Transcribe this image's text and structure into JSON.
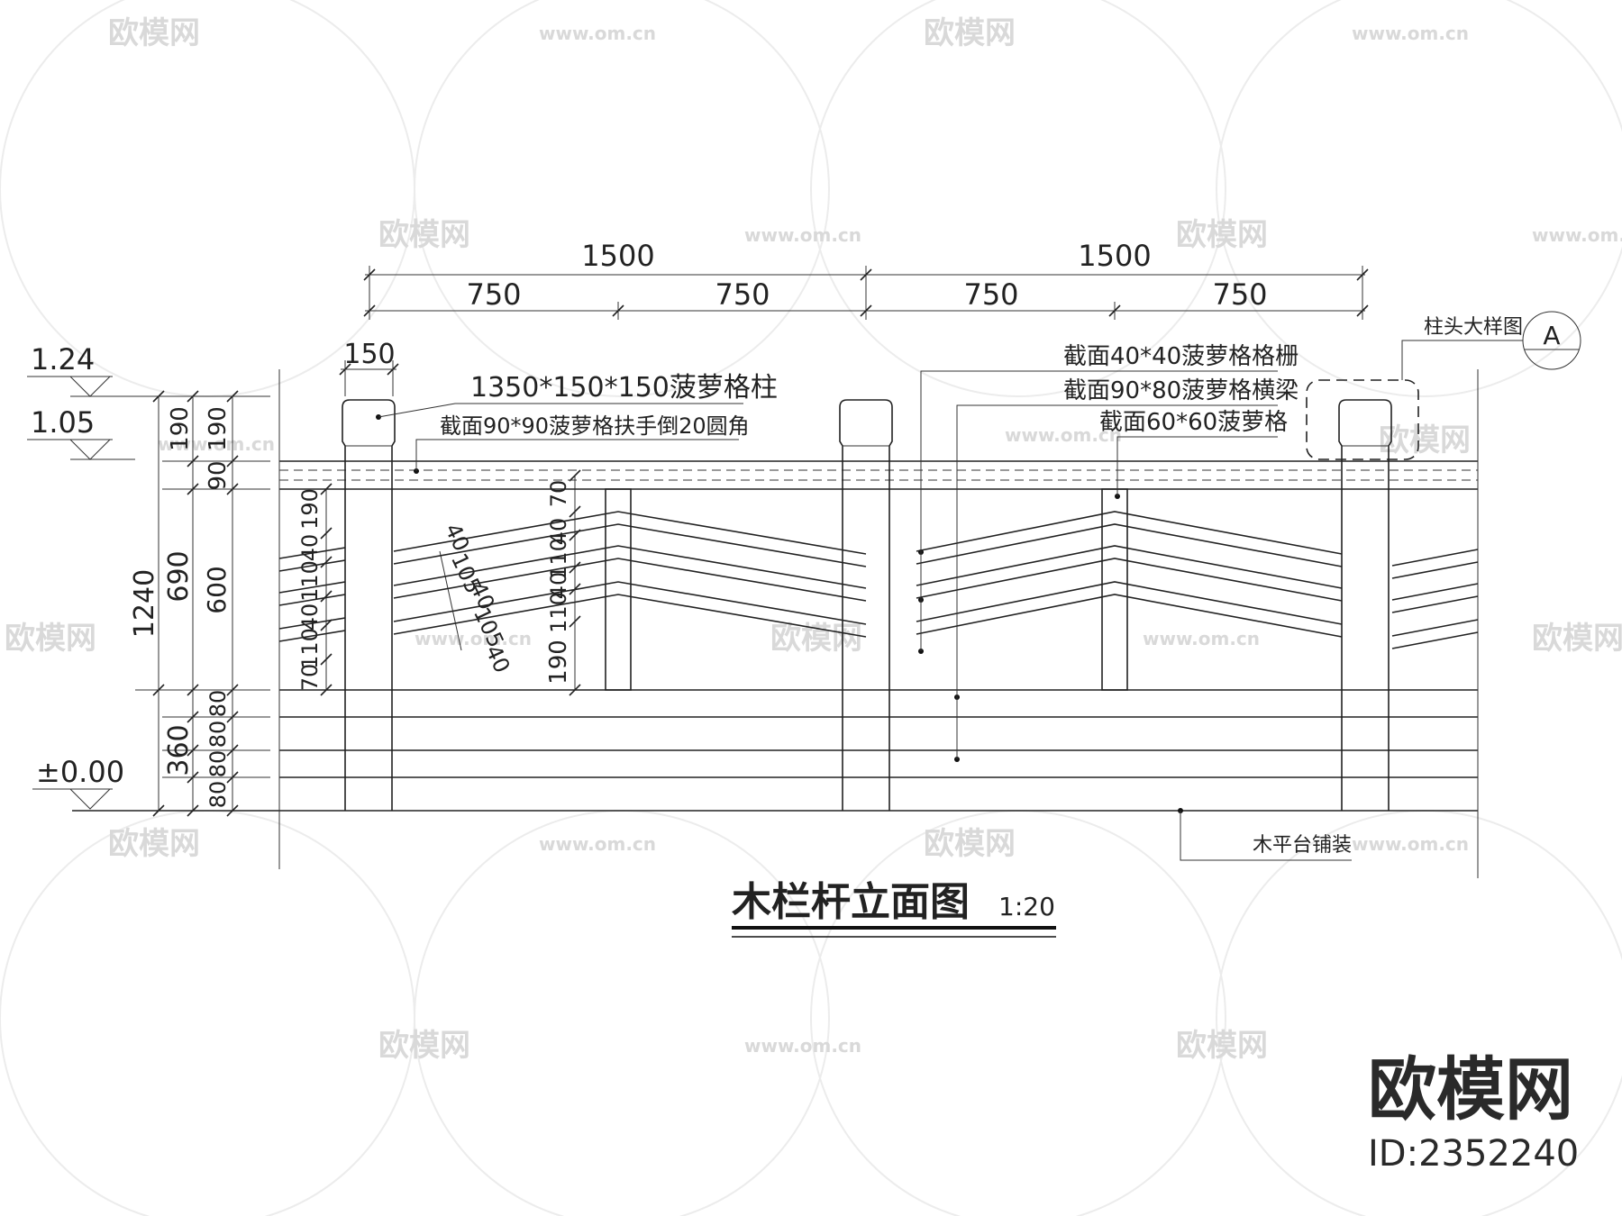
{
  "title": "木栏杆立面图",
  "scale": "1:20",
  "dimensions_top": {
    "spans": [
      "1500",
      "1500"
    ],
    "halves": [
      "750",
      "750",
      "750",
      "750"
    ],
    "post_width": "150"
  },
  "levels": {
    "top": "1.24",
    "handrail": "1.05",
    "ground": "±0.00"
  },
  "dims_left": {
    "overall": "1240",
    "upper": "690",
    "lower": "360",
    "col2": [
      "190",
      "90",
      "600",
      "80",
      "80",
      "80",
      "80"
    ],
    "col3": [
      "190",
      "90"
    ],
    "inner_a": [
      "190",
      "40",
      "110",
      "40",
      "110",
      "40",
      "70"
    ],
    "inner_diag": [
      "40",
      "105",
      "40",
      "105",
      "40"
    ],
    "inner_b": [
      "70",
      "40",
      "110",
      "40",
      "110",
      "40",
      "190"
    ]
  },
  "labels": {
    "post": "1350*150*150菠萝格柱",
    "handrail": "截面90*90菠萝格扶手倒20圆角",
    "grille": "截面40*40菠萝格格栅",
    "beam": "截面90*80菠萝格横梁",
    "baluster": "截面60*60菠萝格",
    "detail_ref": "柱头大样图",
    "detail_id": "A",
    "deck": "木平台铺装"
  },
  "watermark": {
    "brand": "欧模网",
    "site": "www.om.cn",
    "id": "ID:2352240"
  }
}
